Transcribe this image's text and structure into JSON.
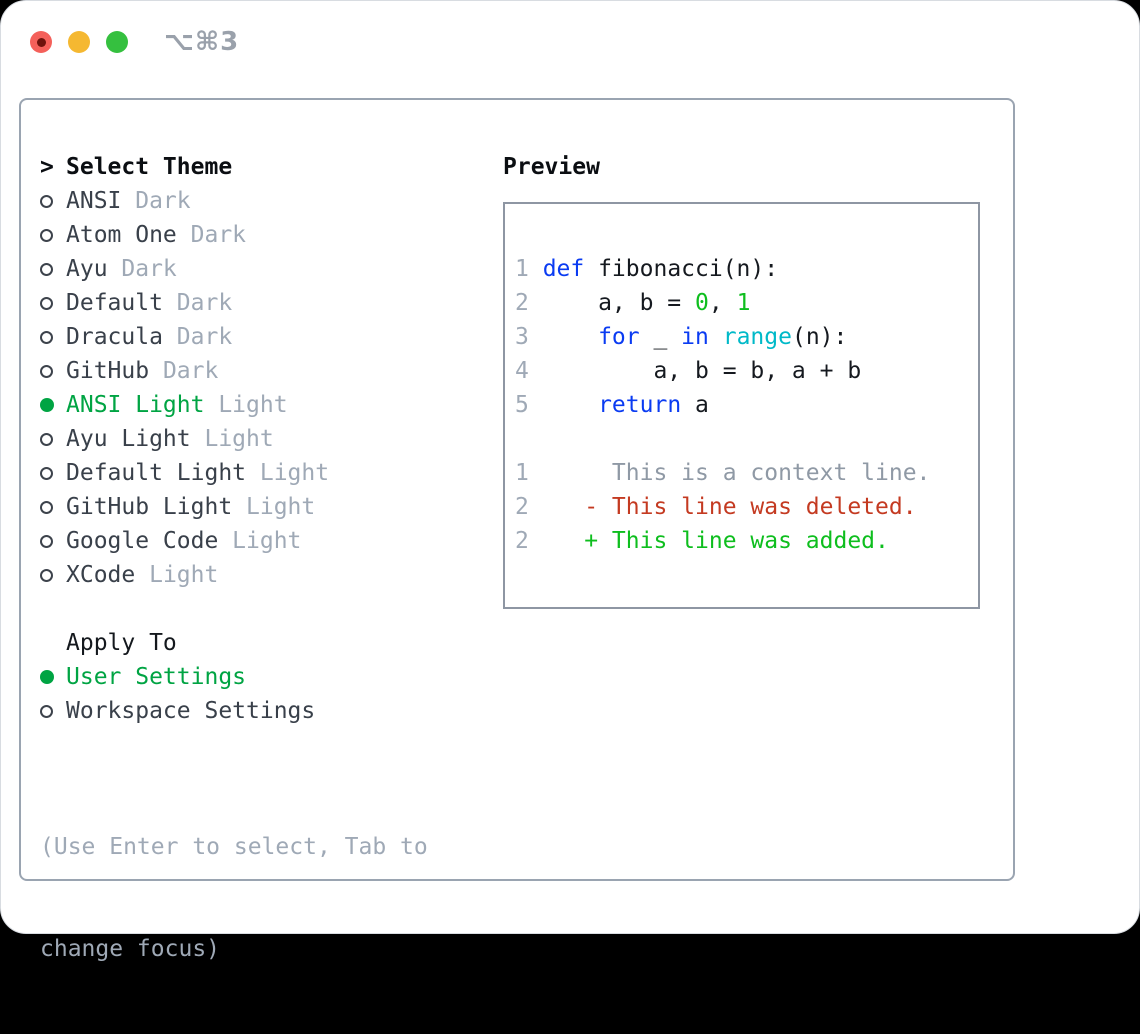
{
  "window": {
    "titlebar": {
      "shortcut": "⌥⌘3"
    }
  },
  "theme_selector": {
    "prompt": ">",
    "header": "Select Theme",
    "themes": [
      {
        "name": "ANSI",
        "variant": "Dark",
        "selected": false
      },
      {
        "name": "Atom One",
        "variant": "Dark",
        "selected": false
      },
      {
        "name": "Ayu",
        "variant": "Dark",
        "selected": false
      },
      {
        "name": "Default",
        "variant": "Dark",
        "selected": false
      },
      {
        "name": "Dracula",
        "variant": "Dark",
        "selected": false
      },
      {
        "name": "GitHub",
        "variant": "Dark",
        "selected": false
      },
      {
        "name": "ANSI Light",
        "variant": "Light",
        "selected": true
      },
      {
        "name": "Ayu Light",
        "variant": "Light",
        "selected": false
      },
      {
        "name": "Default Light",
        "variant": "Light",
        "selected": false
      },
      {
        "name": "GitHub Light",
        "variant": "Light",
        "selected": false
      },
      {
        "name": "Google Code",
        "variant": "Light",
        "selected": false
      },
      {
        "name": "XCode",
        "variant": "Light",
        "selected": false
      }
    ],
    "apply_to": {
      "header": "Apply To",
      "options": [
        {
          "label": "User Settings",
          "selected": true
        },
        {
          "label": "Workspace Settings",
          "selected": false
        }
      ]
    },
    "help_lines": [
      "(Use Enter to select, Tab to",
      "change focus)"
    ]
  },
  "preview": {
    "header": "Preview",
    "code_lines": [
      {
        "num": "1",
        "tokens": [
          [
            "kw",
            "def"
          ],
          [
            "pl",
            " fibonacci(n):"
          ]
        ]
      },
      {
        "num": "2",
        "tokens": [
          [
            "pl",
            "    a, b = "
          ],
          [
            "num",
            "0"
          ],
          [
            "pl",
            ", "
          ],
          [
            "num",
            "1"
          ]
        ]
      },
      {
        "num": "3",
        "tokens": [
          [
            "pl",
            "    "
          ],
          [
            "kw",
            "for"
          ],
          [
            "pl",
            " _ "
          ],
          [
            "kw",
            "in"
          ],
          [
            "pl",
            " "
          ],
          [
            "bi",
            "range"
          ],
          [
            "pl",
            "(n):"
          ]
        ]
      },
      {
        "num": "4",
        "tokens": [
          [
            "pl",
            "        a, b = b, a + b"
          ]
        ]
      },
      {
        "num": "5",
        "tokens": [
          [
            "pl",
            "    "
          ],
          [
            "kw",
            "return"
          ],
          [
            "pl",
            " a"
          ]
        ]
      }
    ],
    "diff_lines": [
      {
        "num": "1",
        "tokens": [
          [
            "ctx",
            "     This is a context line."
          ]
        ]
      },
      {
        "num": "2",
        "tokens": [
          [
            "pl",
            "   "
          ],
          [
            "del",
            "- This line was deleted."
          ]
        ]
      },
      {
        "num": "2",
        "tokens": [
          [
            "pl",
            "   "
          ],
          [
            "add",
            "+ This line was added."
          ]
        ]
      }
    ]
  },
  "colors": {
    "selection": "#00a443",
    "keyword": "#0a3bf2",
    "builtin": "#00b9c8",
    "number": "#0ebe1e",
    "added": "#0ebe1e",
    "deleted": "#c43a21",
    "context": "#8f99a5",
    "muted": "#9fa9b6",
    "text": "#39404a",
    "code_text": "#15191f",
    "title": "#9aa1ab",
    "traffic_red": "#f4605a",
    "traffic_red_dot": "#6e120c",
    "traffic_yellow": "#f5b831",
    "traffic_green": "#35c03f"
  }
}
